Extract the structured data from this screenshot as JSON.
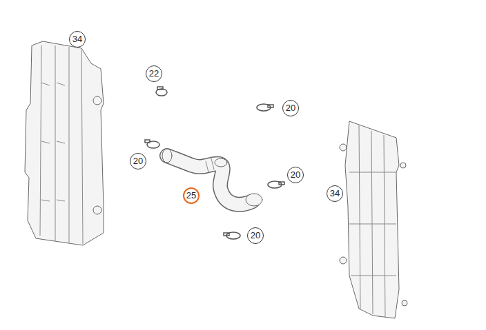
{
  "diagram": {
    "labels": [
      "34",
      "22",
      "20",
      "20",
      "20",
      "25",
      "34",
      "20"
    ]
  }
}
